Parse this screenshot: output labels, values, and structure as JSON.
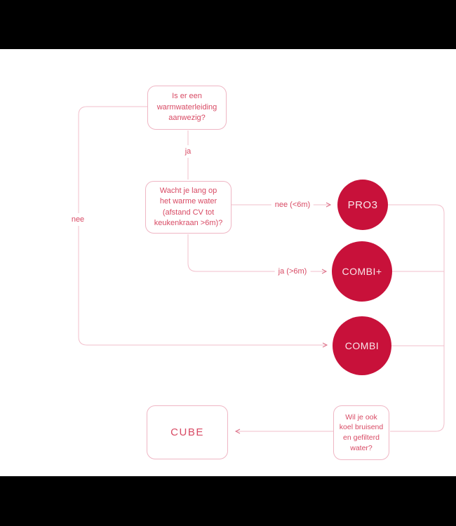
{
  "colors": {
    "letterbox": "#000000",
    "circle_fill": "#c8113a",
    "circle_text": "#f9e6ea",
    "box_border": "#efb6c4",
    "connector_line": "#f2bfcb",
    "arrowhead": "#dc7189",
    "text_red": "#d84a64"
  },
  "nodes": {
    "q1": {
      "label": "Is er een\nwarmwaterleiding\naanwezig?"
    },
    "q2": {
      "label": "Wacht je lang op\nhet warme water\n(afstand CV tot\nkeukenkraan >6m)?"
    },
    "q3": {
      "label": "Wil je ook\nkoel bruisend\nen gefilterd\nwater?"
    },
    "pro3": {
      "label": "PRO3"
    },
    "combiplus": {
      "label": "COMBI+"
    },
    "combi": {
      "label": "COMBI"
    },
    "cube": {
      "label": "CUBE"
    }
  },
  "edges": {
    "ja": "ja",
    "nee": "nee",
    "nee_lt6m": "nee (<6m)",
    "ja_gt6m": "ja (>6m)"
  }
}
